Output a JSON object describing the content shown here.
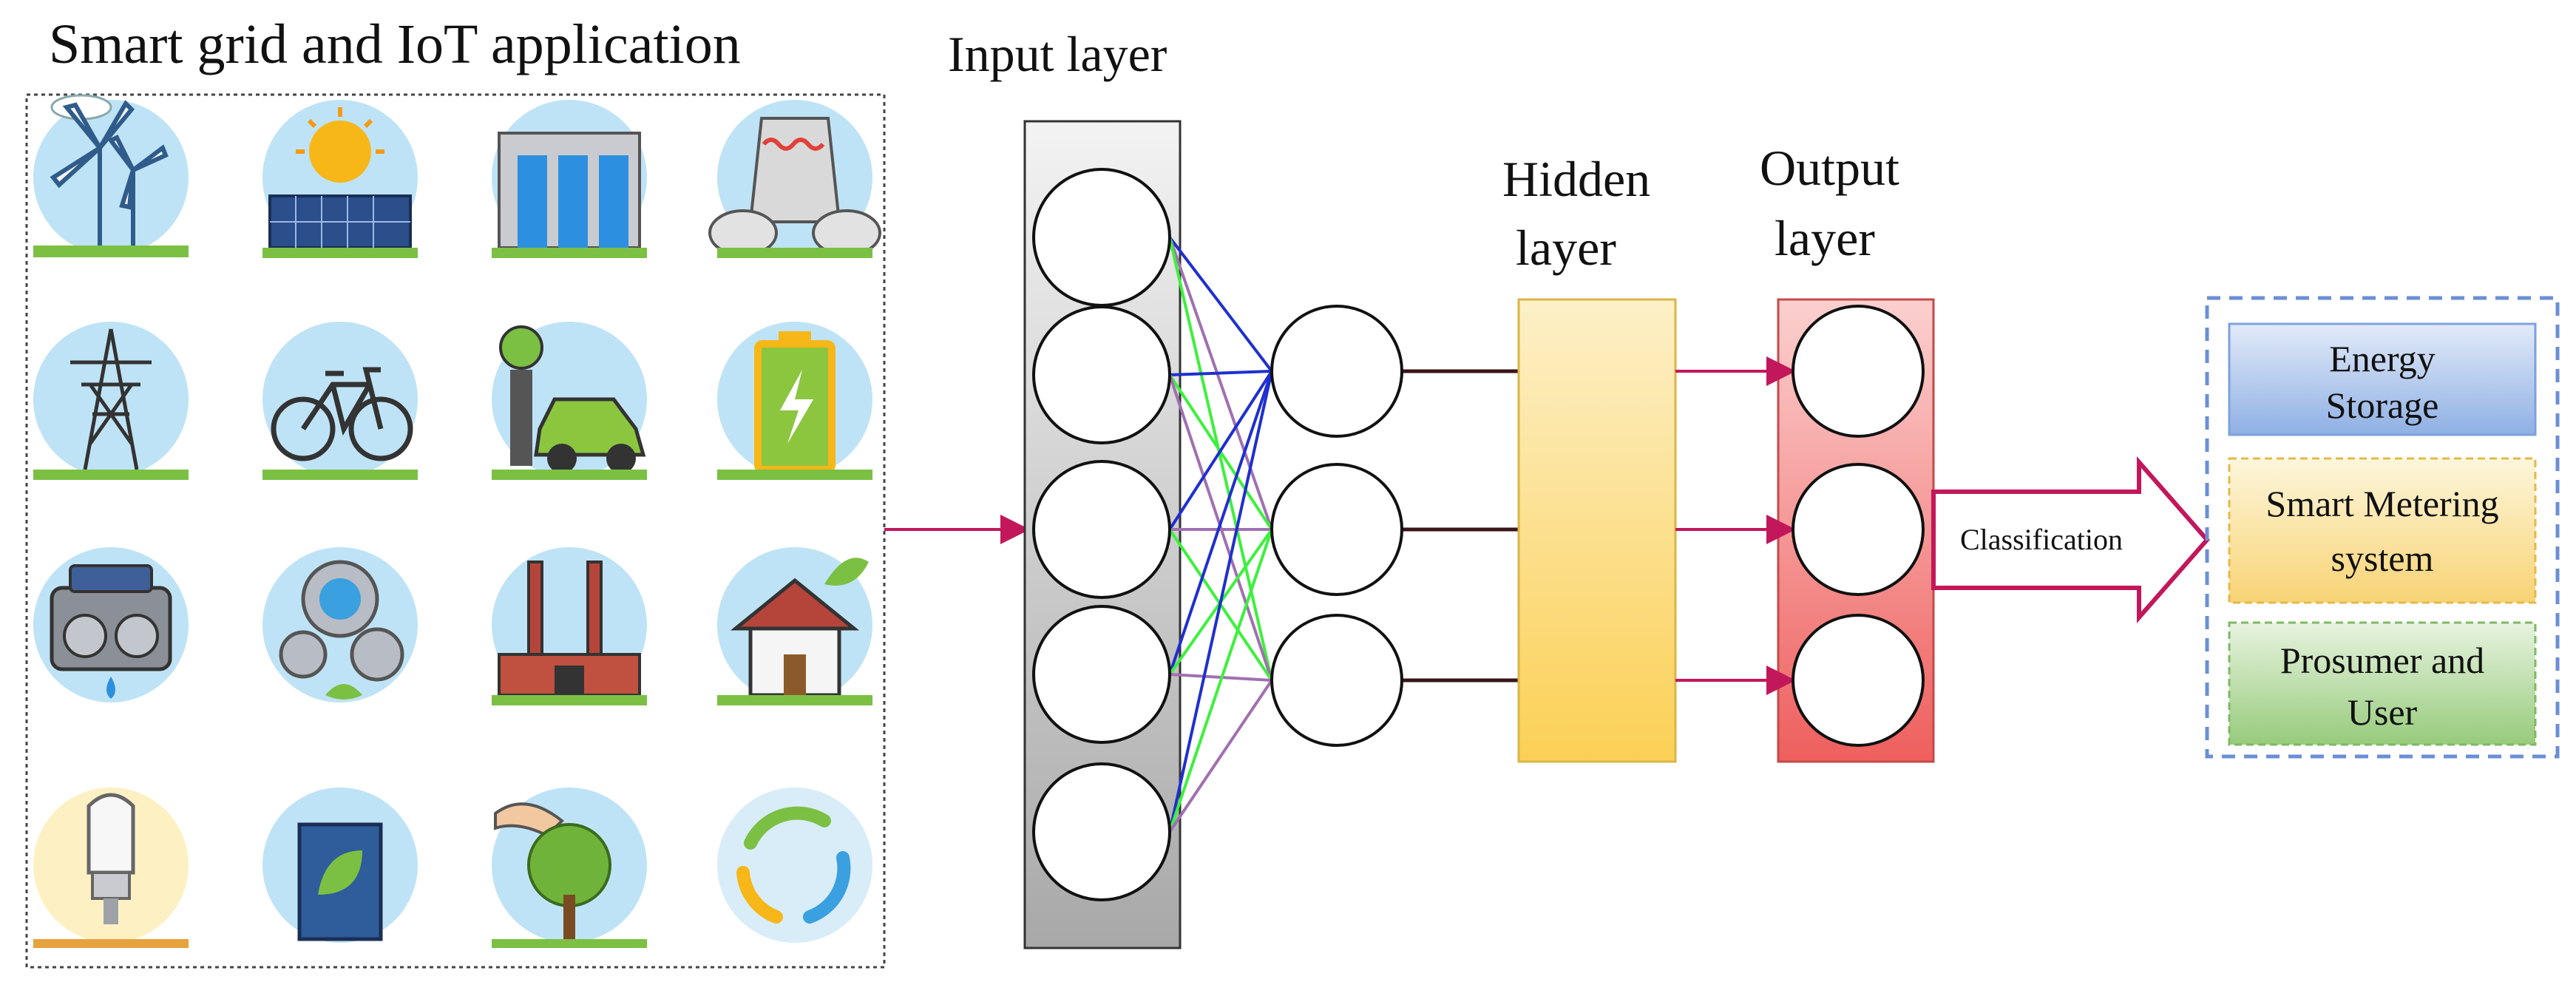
{
  "left_panel": {
    "title": "Smart grid and IoT application",
    "icons": [
      {
        "name": "wind-turbine-icon"
      },
      {
        "name": "solar-panel-icon"
      },
      {
        "name": "hydro-dam-icon"
      },
      {
        "name": "power-plant-icon"
      },
      {
        "name": "transmission-tower-icon"
      },
      {
        "name": "bicycle-icon"
      },
      {
        "name": "electric-car-charging-icon"
      },
      {
        "name": "battery-icon"
      },
      {
        "name": "engine-icon"
      },
      {
        "name": "eco-gears-icon"
      },
      {
        "name": "factory-icon"
      },
      {
        "name": "eco-house-icon"
      },
      {
        "name": "light-bulb-icon"
      },
      {
        "name": "eco-barrel-icon"
      },
      {
        "name": "hand-tree-icon"
      },
      {
        "name": "recycle-arrows-icon"
      }
    ]
  },
  "network": {
    "input_layer_label": "Input layer",
    "hidden_layer_label_line1": "Hidden",
    "hidden_layer_label_line2": "layer",
    "output_layer_label_line1": "Output",
    "output_layer_label_line2": "layer"
  },
  "classification_arrow_label": "Classification",
  "classes": [
    {
      "line1": "Energy",
      "line2": "Storage",
      "color_top": "#e2eaf8",
      "color_bottom": "#8fb0e4"
    },
    {
      "line1": "Smart Metering",
      "line2": "system",
      "color_top": "#fdf6dc",
      "color_bottom": "#f8d374"
    },
    {
      "line1": "Prosumer and",
      "line2": "User",
      "color_top": "#e7f3df",
      "color_bottom": "#97cb7c"
    }
  ],
  "colors": {
    "pink_arrow": "#c2185b",
    "blue_edge": "#1f2fd0",
    "green_edge": "#3df03d",
    "purple_edge": "#a070b0",
    "dark_edge": "#3a1418",
    "input_panel_top": "#f3f3f3",
    "input_panel_bottom": "#a8a8a8",
    "hidden_panel_top": "#fdf0c8",
    "hidden_panel_bottom": "#fbd055",
    "output_panel_top": "#fbd0cf",
    "output_panel_bottom": "#ee5f5d",
    "dashed_border": "#6b8fd6"
  }
}
